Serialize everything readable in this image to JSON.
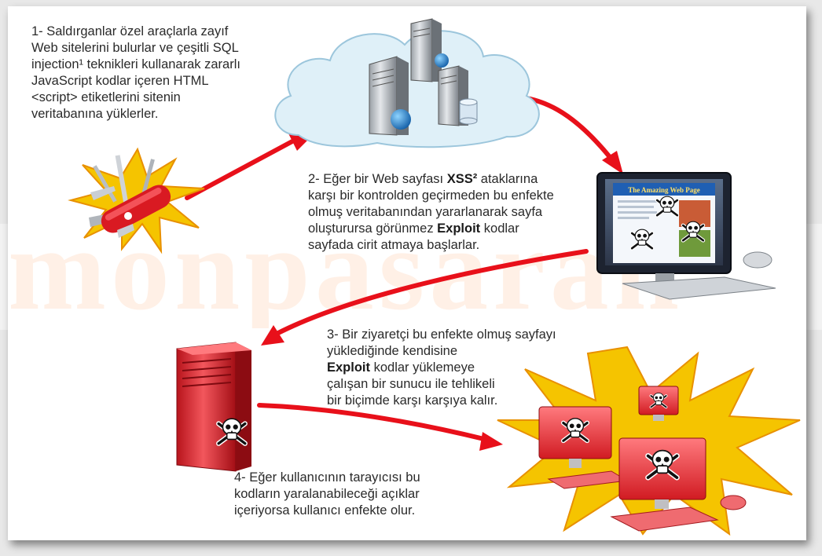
{
  "watermark": "monpasaran",
  "steps": [
    {
      "id": "step1",
      "lines": [
        "1- Saldırganlar özel araçlarla zayıf",
        "Web sitelerini bulurlar ve çeşitli SQL",
        "injection¹ teknikleri kullanarak zararlı",
        "JavaScript kodlar içeren HTML",
        "<script> etiketlerini sitenin",
        "veritabanına yüklerler."
      ]
    },
    {
      "id": "step2",
      "lines": [
        "2- Eğer bir Web sayfası **XSS²** ataklarına",
        "karşı bir kontrolden geçirmeden bu enfekte",
        "olmuş veritabanından yararlanarak sayfa",
        "oluşturursa görünmez **Exploit** kodlar",
        "sayfada cirit atmaya başlarlar."
      ]
    },
    {
      "id": "step3",
      "lines": [
        "3- Bir ziyaretçi bu enfekte olmuş sayfayı",
        "yüklediğinde kendisine",
        "**Exploit** kodlar yüklemeye",
        "çalışan bir sunucu ile tehlikeli",
        "bir biçimde karşı karşıya kalır."
      ]
    },
    {
      "id": "step4",
      "lines": [
        "4- Eğer kullanıcının tarayıcısı bu",
        "kodların yaralanabileceği açıklar",
        "içeriyorsa kullanıcı enfekte olur."
      ]
    }
  ],
  "monitor_page_title": "The Amazing Web Page",
  "colors": {
    "arrow": "#e8101a",
    "burst": "#f5c400",
    "burst_edge": "#e89000",
    "infected_red": "#e8343a",
    "cloud": "#dff0f8"
  },
  "icons": [
    "swiss-army-knife-icon",
    "cloud-icon",
    "server-icon",
    "globe-icon",
    "database-icon",
    "monitor-icon",
    "keyboard-icon",
    "mouse-icon",
    "skull-crossbones-icon",
    "infected-server-icon",
    "infected-computer-icon",
    "explosion-burst-icon"
  ]
}
